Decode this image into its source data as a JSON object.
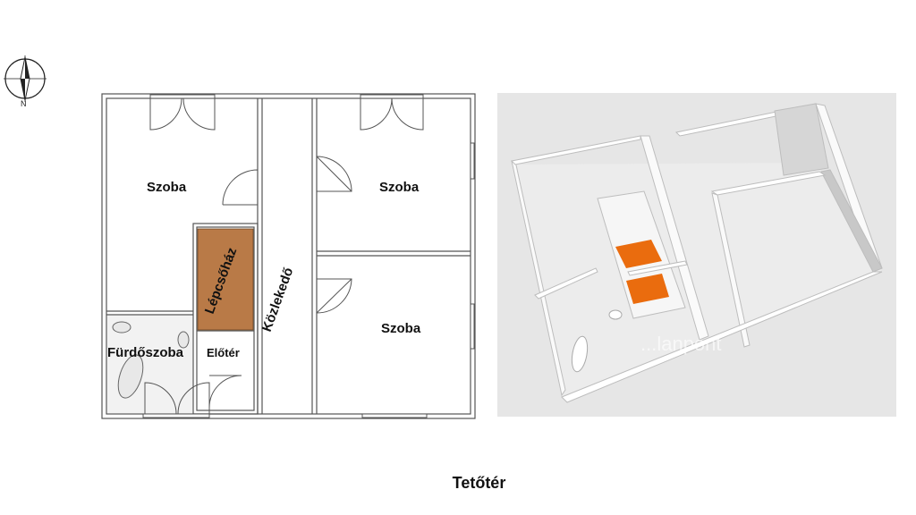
{
  "compass": {
    "north_label": "N"
  },
  "floorplan": {
    "rooms": [
      {
        "id": "szoba-1",
        "label": "Szoba"
      },
      {
        "id": "szoba-2",
        "label": "Szoba"
      },
      {
        "id": "szoba-3",
        "label": "Szoba"
      },
      {
        "id": "lepcsohaz",
        "label": "Lépcsőház",
        "fill": "#b97a47"
      },
      {
        "id": "kozlekedo",
        "label": "Közlekedő"
      },
      {
        "id": "furdoszoba",
        "label": "Fürdőszoba"
      },
      {
        "id": "eloter",
        "label": "Előtér"
      }
    ]
  },
  "render3d": {
    "background": "#e6e6e6",
    "stair_color": "#ea6c0e",
    "watermark": "...lanpont"
  },
  "caption": "Tetőtér"
}
